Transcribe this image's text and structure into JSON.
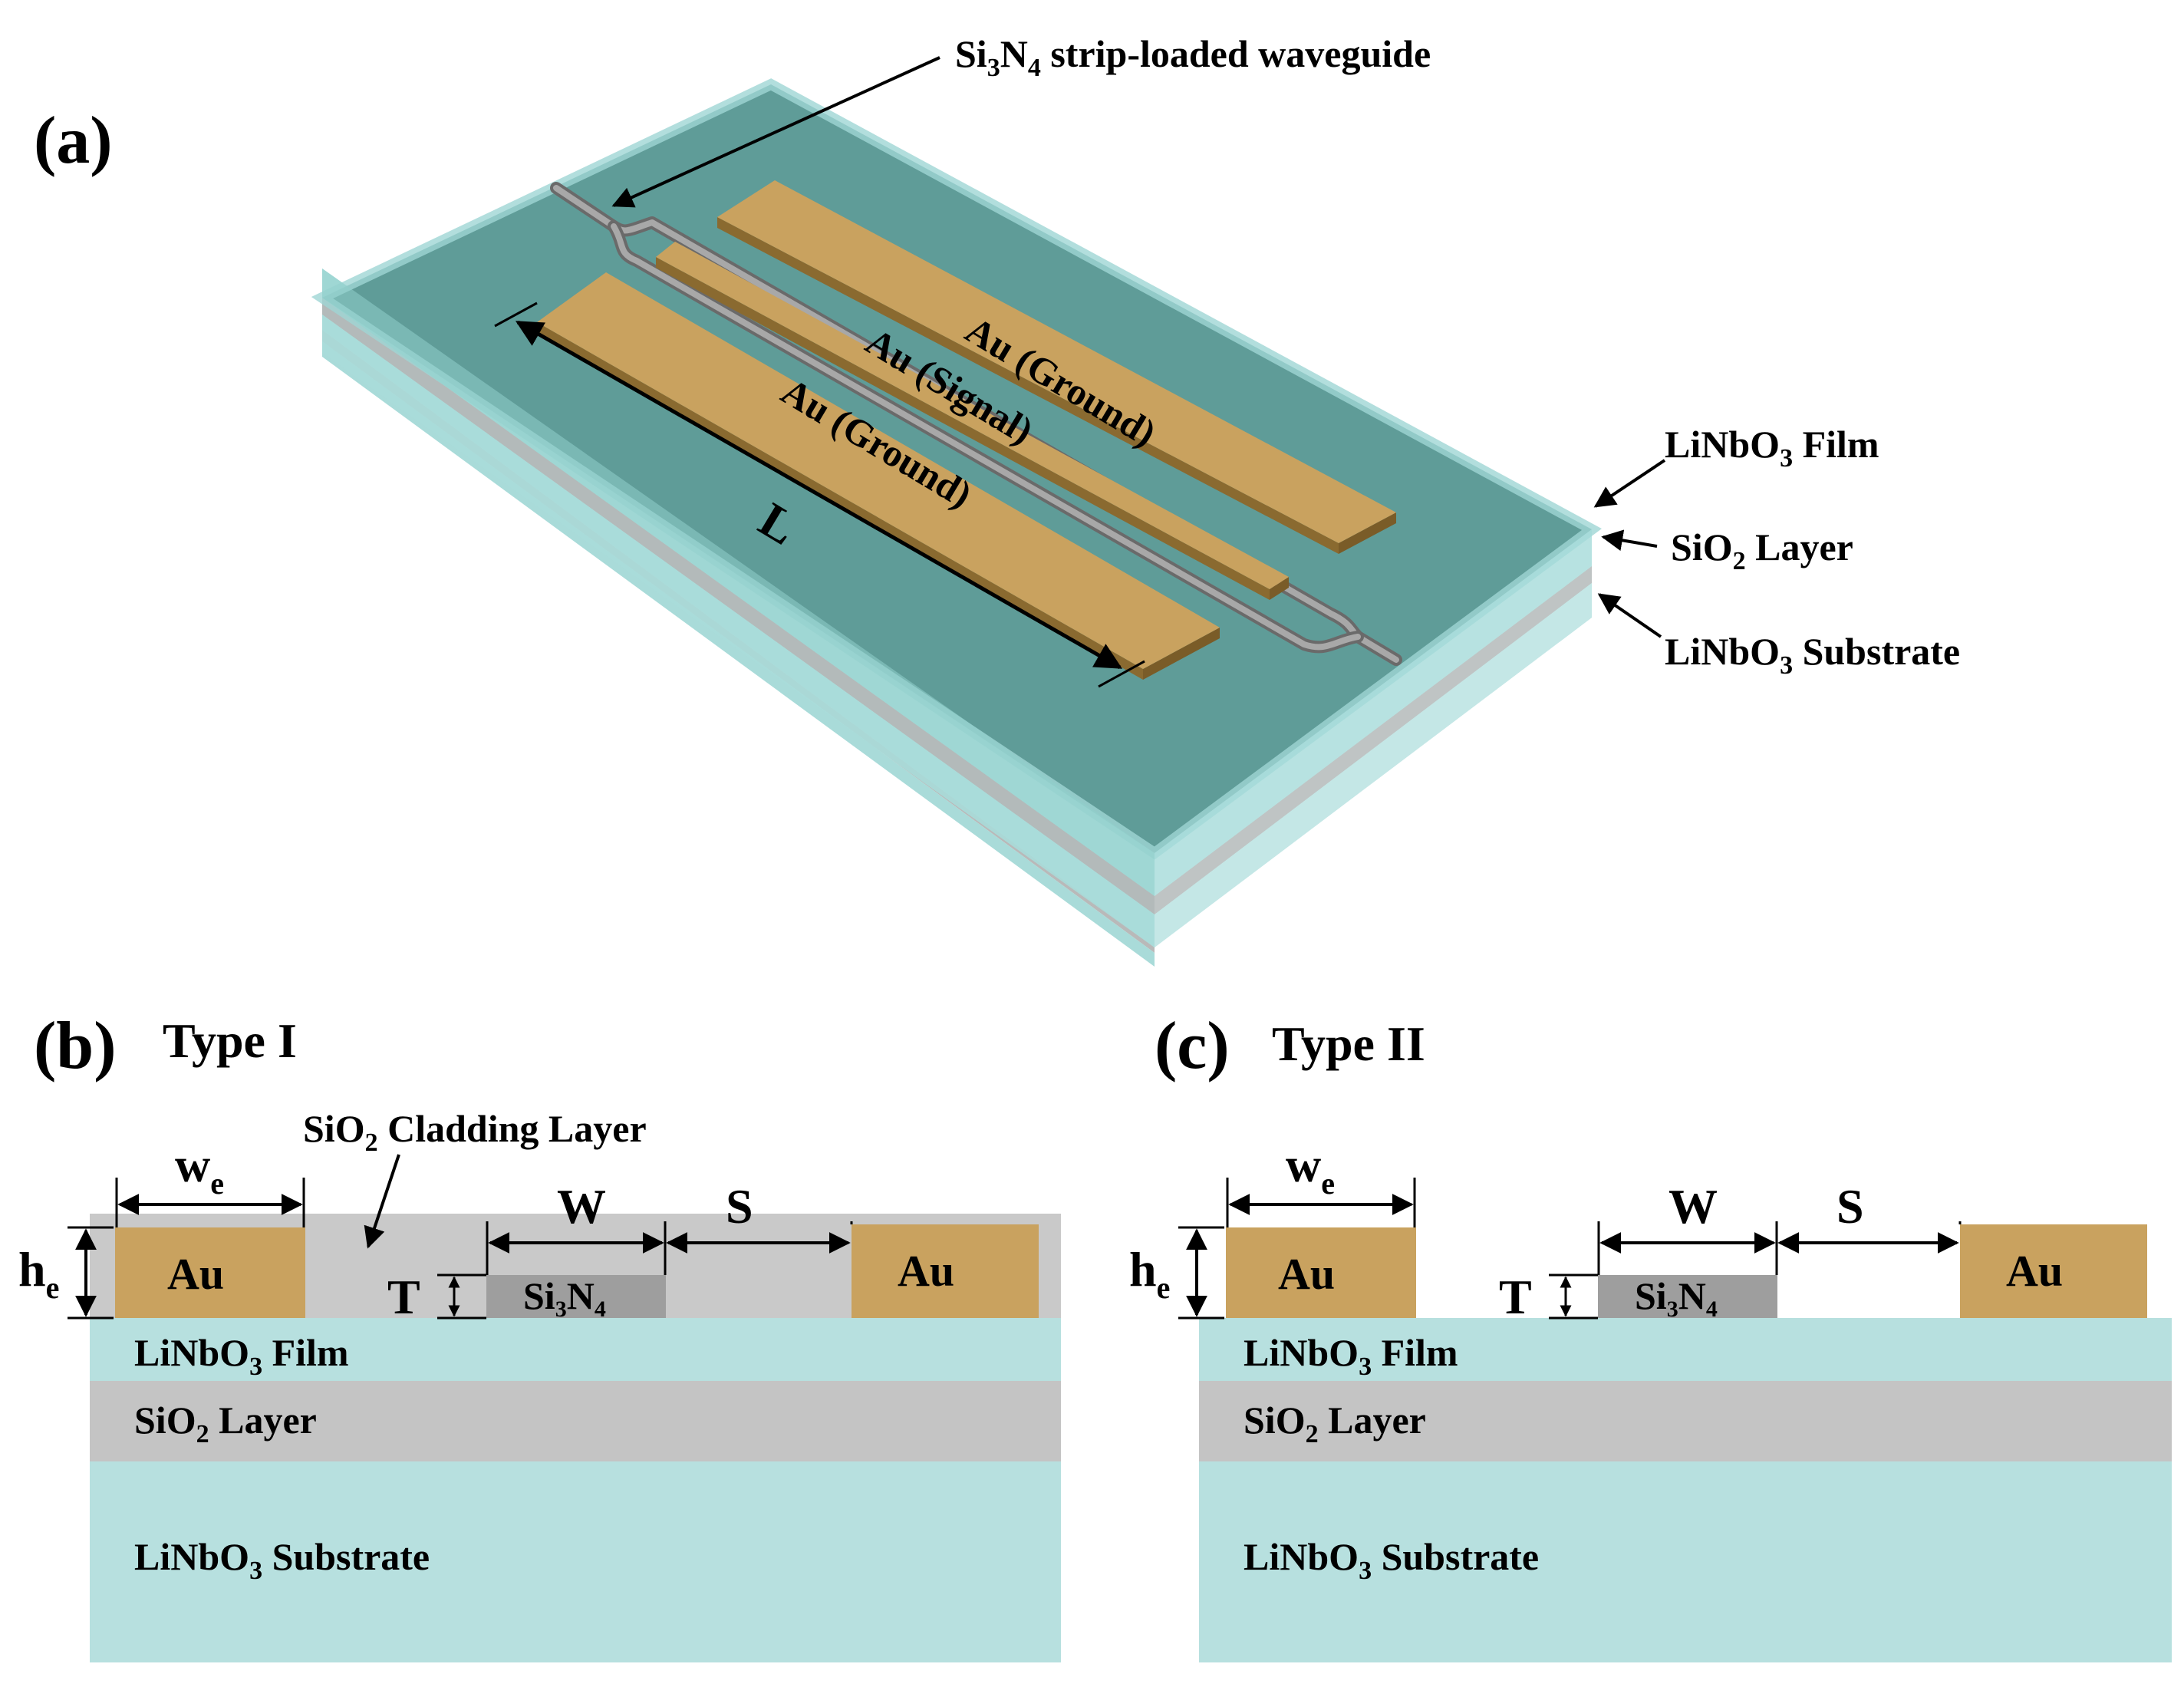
{
  "colors": {
    "linbo3": "#b7e0df",
    "linbo3_film_top": "#5f9c98",
    "sio2": "#c4c4c4",
    "cladding": "#c9c9c9",
    "gold": "#c9a25f",
    "gold_edge": "#8a6a30",
    "si3n4": "#9e9e9e",
    "waveguide": "#8c8c8c",
    "outline": "#000000"
  },
  "panel_a": {
    "label": "(a)",
    "callouts": {
      "waveguide": {
        "main": "Si",
        "sub1": "3",
        "mid": "N",
        "sub2": "4",
        "tail": " strip-loaded waveguide"
      },
      "film": {
        "main": "LiNbO",
        "sub": "3",
        "tail": " Film"
      },
      "sio2": {
        "main": "SiO",
        "sub": "2",
        "tail": " Layer"
      },
      "substrate": {
        "main": "LiNbO",
        "sub": "3",
        "tail": " Substrate"
      }
    },
    "electrodes": {
      "ground_top": "Au (Ground)",
      "signal": "Au (Signal)",
      "ground_bottom": "Au (Ground)"
    },
    "length_label": "L"
  },
  "panel_b": {
    "label": "(b)",
    "title": "Type I",
    "cladding_label": {
      "main": "SiO",
      "sub": "2",
      "tail": " Cladding Layer"
    },
    "we": {
      "main": "w",
      "sub": "e"
    },
    "he": {
      "main": "h",
      "sub": "e"
    },
    "W": "W",
    "S": "S",
    "T": "T",
    "au_left": "Au",
    "au_right": "Au",
    "si3n4": {
      "main": "Si",
      "sub1": "3",
      "mid": "N",
      "sub2": "4"
    },
    "film": {
      "main": "LiNbO",
      "sub": "3",
      "tail": " Film"
    },
    "sio2": {
      "main": "SiO",
      "sub": "2",
      "tail": " Layer"
    },
    "substrate": {
      "main": "LiNbO",
      "sub": "3",
      "tail": " Substrate"
    }
  },
  "panel_c": {
    "label": "(c)",
    "title": "Type II",
    "we": {
      "main": "w",
      "sub": "e"
    },
    "he": {
      "main": "h",
      "sub": "e"
    },
    "W": "W",
    "S": "S",
    "T": "T",
    "au_left": "Au",
    "au_right": "Au",
    "si3n4": {
      "main": "Si",
      "sub1": "3",
      "mid": "N",
      "sub2": "4"
    },
    "film": {
      "main": "LiNbO",
      "sub": "3",
      "tail": " Film"
    },
    "sio2": {
      "main": "SiO",
      "sub": "2",
      "tail": " Layer"
    },
    "substrate": {
      "main": "LiNbO",
      "sub": "3",
      "tail": " Substrate"
    }
  }
}
